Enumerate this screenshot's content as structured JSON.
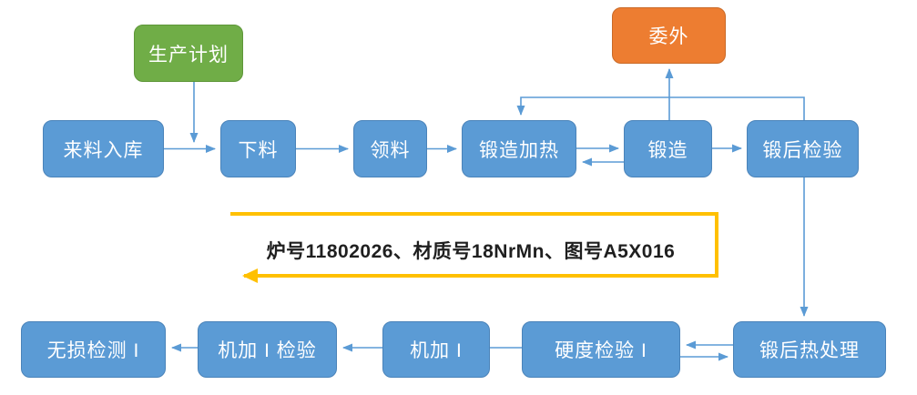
{
  "diagram": {
    "type": "process-flowchart",
    "nodes": {
      "production_plan": {
        "label": "生产计划",
        "fill": "#70AD47"
      },
      "outsourcing": {
        "label": "委外",
        "fill": "#ED7D31"
      },
      "incoming_storage": {
        "label": "来料入库",
        "fill": "#5B9BD5"
      },
      "cutting": {
        "label": "下料",
        "fill": "#5B9BD5"
      },
      "material_picking": {
        "label": "领料",
        "fill": "#5B9BD5"
      },
      "forging_heating": {
        "label": "锻造加热",
        "fill": "#5B9BD5"
      },
      "forging": {
        "label": "锻造",
        "fill": "#5B9BD5"
      },
      "post_forging_inspection": {
        "label": "锻后检验",
        "fill": "#5B9BD5"
      },
      "post_forging_heat_treatment": {
        "label": "锻后热处理",
        "fill": "#5B9BD5"
      },
      "hardness_inspection_1": {
        "label": "硬度检验 I",
        "fill": "#5B9BD5"
      },
      "machining_1": {
        "label": "机加 I",
        "fill": "#5B9BD5"
      },
      "machining_1_inspection": {
        "label": "机加 I 检验",
        "fill": "#5B9BD5"
      },
      "ndt_1": {
        "label": "无损检测 I",
        "fill": "#5B9BD5"
      }
    },
    "edges": [
      {
        "from": "production_plan",
        "to": "incoming_storage-cutting-link",
        "style": "arrow"
      },
      {
        "from": "incoming_storage",
        "to": "cutting",
        "style": "arrow"
      },
      {
        "from": "cutting",
        "to": "material_picking",
        "style": "arrow"
      },
      {
        "from": "material_picking",
        "to": "forging_heating",
        "style": "arrow"
      },
      {
        "from": "forging_heating",
        "to": "forging",
        "style": "arrow"
      },
      {
        "from": "forging",
        "to": "forging_heating",
        "style": "arrow-return"
      },
      {
        "from": "forging",
        "to": "outsourcing",
        "style": "arrow"
      },
      {
        "from": "forging",
        "to": "post_forging_inspection",
        "style": "arrow"
      },
      {
        "from": "post_forging_inspection",
        "to": "forging_heating",
        "style": "arrow-rework-loop"
      },
      {
        "from": "post_forging_inspection",
        "to": "post_forging_heat_treatment",
        "style": "arrow"
      },
      {
        "from": "post_forging_heat_treatment",
        "to": "hardness_inspection_1",
        "style": "arrow"
      },
      {
        "from": "hardness_inspection_1",
        "to": "post_forging_heat_treatment",
        "style": "arrow-return"
      },
      {
        "from": "hardness_inspection_1",
        "to": "machining_1",
        "style": "line"
      },
      {
        "from": "machining_1",
        "to": "machining_1_inspection",
        "style": "arrow"
      },
      {
        "from": "machining_1_inspection",
        "to": "ndt_1",
        "style": "arrow"
      }
    ],
    "annotation": {
      "text": "炉号11802026、材质号18NrMn、图号A5X016",
      "bracket_color": "#FFC000",
      "text_color": "#1f1f1f"
    },
    "colors": {
      "process_fill": "#5B9BD5",
      "process_border": "#4A83B9",
      "start_fill": "#70AD47",
      "outsource_fill": "#ED7D31",
      "connector": "#5B9BD5",
      "annotation_bracket": "#FFC000",
      "node_text": "#ffffff",
      "background": "#ffffff"
    }
  }
}
